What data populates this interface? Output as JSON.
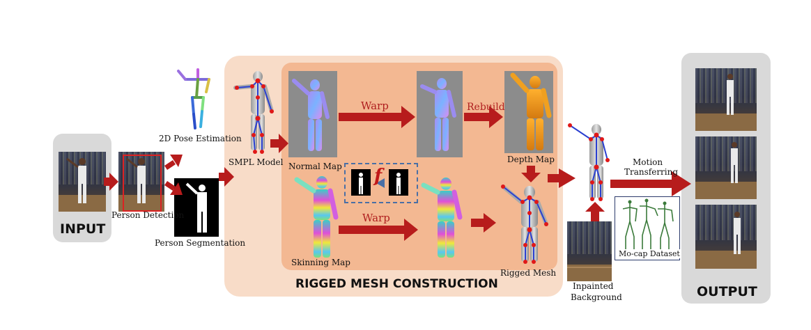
{
  "labels": {
    "input": "INPUT",
    "output": "OUTPUT",
    "rigged_mesh_construction": "RIGGED MESH CONSTRUCTION",
    "person_detection": "Person Detection",
    "pose_estimation": "2D Pose Estimation",
    "person_segmentation": "Person Segmentation",
    "smpl_model": "SMPL Model",
    "normal_map": "Normal Map",
    "depth_map": "Depth Map",
    "skinning_map": "Skinning Map",
    "rigged_mesh": "Rigged Mesh",
    "inpainted_background_1": "Inpainted",
    "inpainted_background_2": "Background",
    "motion_transferring_1": "Motion",
    "motion_transferring_2": "Transferring",
    "mocap_dataset": "Mo-cap Dataset",
    "warp_top": "Warp",
    "warp_bottom": "Warp",
    "rebuild": "Rebuild",
    "function_symbol": "f"
  },
  "colors": {
    "arrow": "#b71c1c",
    "peach_panel": "#f8dcc8",
    "inner_panel": "#f3b892",
    "grey_panel": "#d9d9d9",
    "dashed_box": "#4a6fa5"
  }
}
